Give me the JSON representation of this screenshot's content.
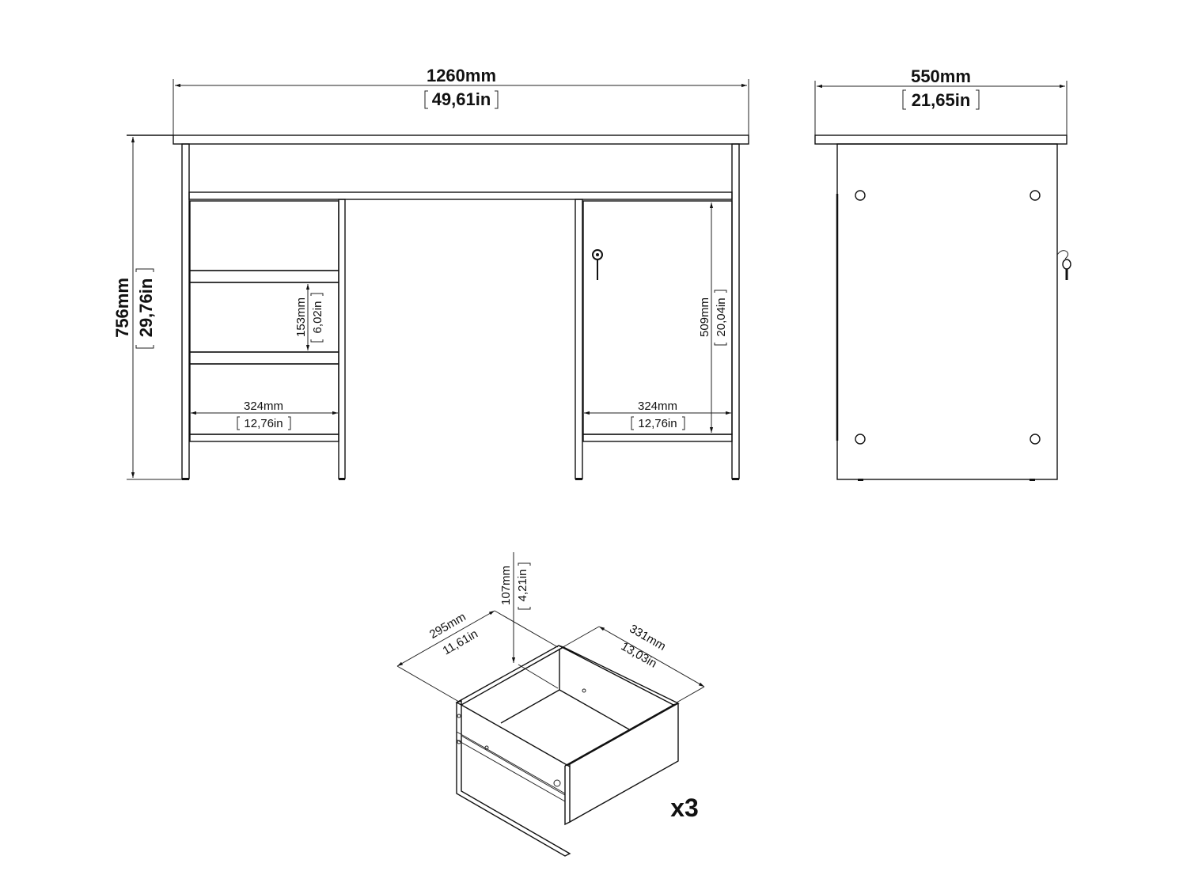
{
  "front_view": {
    "width": {
      "mm": "1260mm",
      "in": "49,61in"
    },
    "height": {
      "mm": "756mm",
      "in": "29,76in"
    },
    "drawer_height": {
      "mm": "153mm",
      "in": "6,02in"
    },
    "drawer_width": {
      "mm": "324mm",
      "in": "12,76in"
    },
    "door_height": {
      "mm": "509mm",
      "in": "20,04in"
    },
    "door_width": {
      "mm": "324mm",
      "in": "12,76in"
    }
  },
  "side_view": {
    "depth": {
      "mm": "550mm",
      "in": "21,65in"
    }
  },
  "drawer_detail": {
    "depth": {
      "mm": "295mm",
      "in": "11,61in"
    },
    "height": {
      "mm": "107mm",
      "in": "4,21in"
    },
    "width": {
      "mm": "331mm",
      "in": "13,03in"
    },
    "quantity": "x3"
  },
  "colors": {
    "line": "#111111",
    "background": "#ffffff"
  }
}
